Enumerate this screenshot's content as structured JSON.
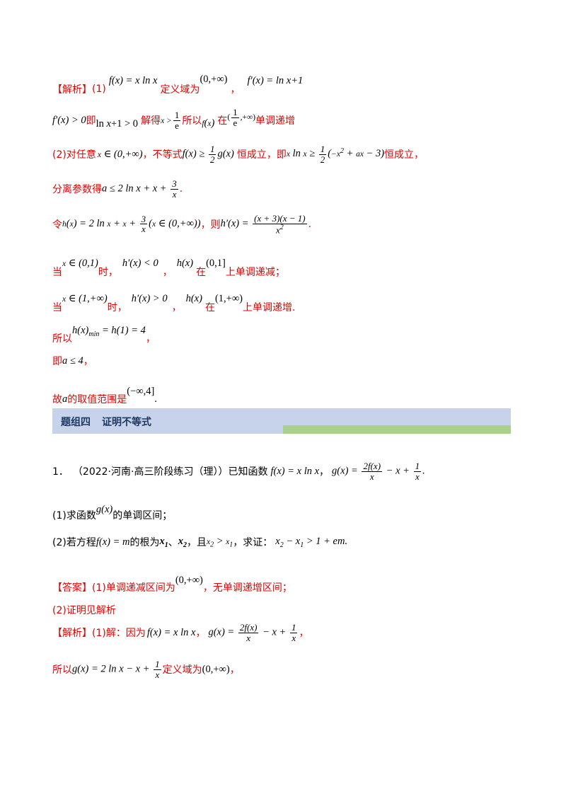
{
  "section1": {
    "jiexi_label": "【解析】",
    "part1_marker": "(1)",
    "f_def": "f(x) = x ln x",
    "domain_text": "定义域为",
    "domain_value": "(0,+∞)",
    "comma": "，",
    "deriv": "f′(x) = ln x+1",
    "line2_a": "f′(x) > 0",
    "line2_ji": "即",
    "line2_b": "ln x+1 > 0",
    "line2_jiede": "解得",
    "line2_c": "x >",
    "line2_frac_num": "1",
    "line2_frac_den": "e",
    "line2_suoyi": "所以",
    "line2_d": "f(x)",
    "line2_zai": "在",
    "line2_interval": "(1/e,+∞)",
    "line2_end": "单调递增",
    "part2_intro": "(2)对任意",
    "part2_set": "x ∈ (0,+∞)",
    "part2_text1": "，不等式",
    "part2_ineq": "f(x) ≥ ½ g(x)",
    "part2_text2": "恒成立，即",
    "part2_ineq2": "x ln x ≥ ½(−x² + ax − 3)",
    "part2_text3": "恒成立，",
    "sep_text": "分离参数得",
    "sep_expr": "a ≤ 2 ln x + x + 3/x",
    "ling": "令",
    "h_def": "h(x) = 2 ln x + x + 3/x (x ∈ (0,+∞))",
    "ze": "，则",
    "h_deriv": "h′(x) = (x+3)(x−1)/x²",
    "dang1": "当",
    "dang1_set": "x ∈ (0,1)",
    "shi": "时，",
    "dang1_cond": "h′(x) < 0",
    "dang1_h": "h(x)",
    "dang1_zai": "在",
    "dang1_int": "(0,1]",
    "dang1_end": "上单调递减；",
    "dang2": "当",
    "dang2_set": "x ∈ (1,+∞)",
    "dang2_cond": "h′(x) > 0",
    "dang2_h": "h(x)",
    "dang2_int": "(1,+∞)",
    "dang2_end": "上单调递增.",
    "suoyi": "所以",
    "hmin": "h(x)min = h(1) = 4",
    "ji": "即",
    "a_le": "a ≤ 4",
    "gu": "故",
    "a_range_text": "的取值范围是",
    "a_range": "(−∞,4]",
    "period": "."
  },
  "banner": {
    "group": "题组四",
    "title": "证明不等式"
  },
  "problem": {
    "number": "1．",
    "source": "（2022·河南·高三阶段练习（理））已知函数",
    "f_def": "f(x) = x ln x",
    "g_def": "g(x) = 2f(x)/x − x + 1/x",
    "q1_a": "(1)求函数",
    "q1_g": "g(x)",
    "q1_b": "的单调区间；",
    "q2_a": "(2)若方程",
    "q2_eq": "f(x) = m",
    "q2_b": "的根为",
    "q2_x1": "x₁",
    "q2_dun": "、",
    "q2_x2": "x₂",
    "q2_c": "，且",
    "q2_cond": "x₂ > x₁",
    "q2_d": "，求证：",
    "q2_ineq": "x₂ − x₁ > 1 + em",
    "answer_label": "【答案】",
    "answer1": "(1)单调递减区间为",
    "answer1_int": "(0,+∞)",
    "answer1_b": "，无单调递增区间；",
    "answer2": "(2)证明见解析",
    "jiexi_label": "【解析】",
    "jiexi1": "(1)解：因为",
    "suoyi": "所以",
    "g_simpl": "g(x) = 2 ln x − x + 1/x",
    "domain_text": "定义域为",
    "domain_value": "(0,+∞)"
  }
}
